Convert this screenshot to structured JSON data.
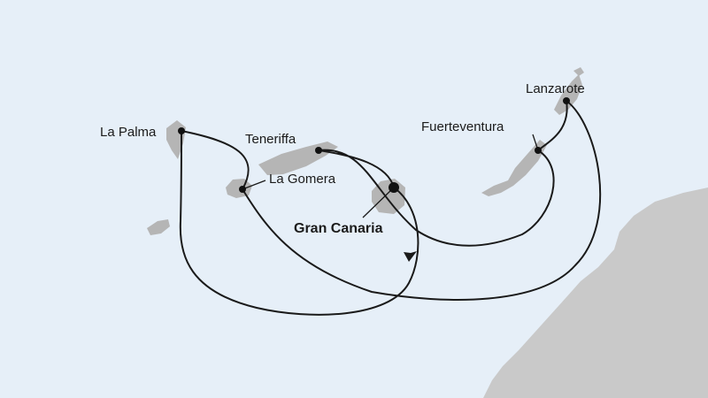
{
  "map": {
    "ports": [
      {
        "id": "la-palma",
        "label": "La Palma"
      },
      {
        "id": "teneriffa",
        "label": "Teneriffa"
      },
      {
        "id": "la-gomera",
        "label": "La Gomera"
      },
      {
        "id": "gran-canaria",
        "label": "Gran Canaria",
        "home_port": true
      },
      {
        "id": "fuerteventura",
        "label": "Fuerteventura"
      },
      {
        "id": "lanzarote",
        "label": "Lanzarote"
      }
    ],
    "route_order": [
      "Gran Canaria",
      "La Palma",
      "La Gomera",
      "Lanzarote",
      "Fuerteventura",
      "Teneriffa",
      "Gran Canaria"
    ],
    "colors": {
      "sea": "#e6eff8",
      "mainland": "#c9c9c9",
      "islands": "#b5b5b5",
      "route": "#1a1a1a"
    }
  }
}
